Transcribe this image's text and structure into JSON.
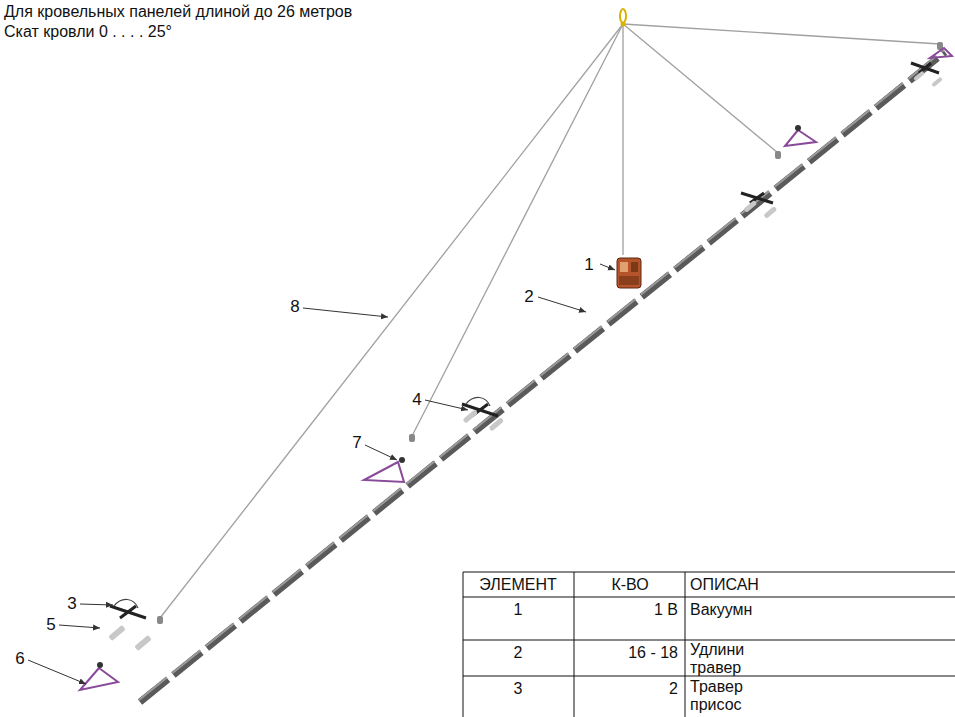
{
  "diagram": {
    "labels": [
      "Для кровельных панелей длиной до 26 метров",
      "Скат кровли 0 . . . . 25°",
      "1",
      "2",
      "3",
      "4",
      "5",
      "6",
      "7",
      "8",
      "ЭЛЕМЕНТ",
      "К-ВО",
      "ОПИСАН",
      "1",
      "1 В",
      "Вакуумн",
      "2",
      "16 - 18",
      "Удлини травер",
      "3",
      "2",
      "Травер присос"
    ]
  }
}
